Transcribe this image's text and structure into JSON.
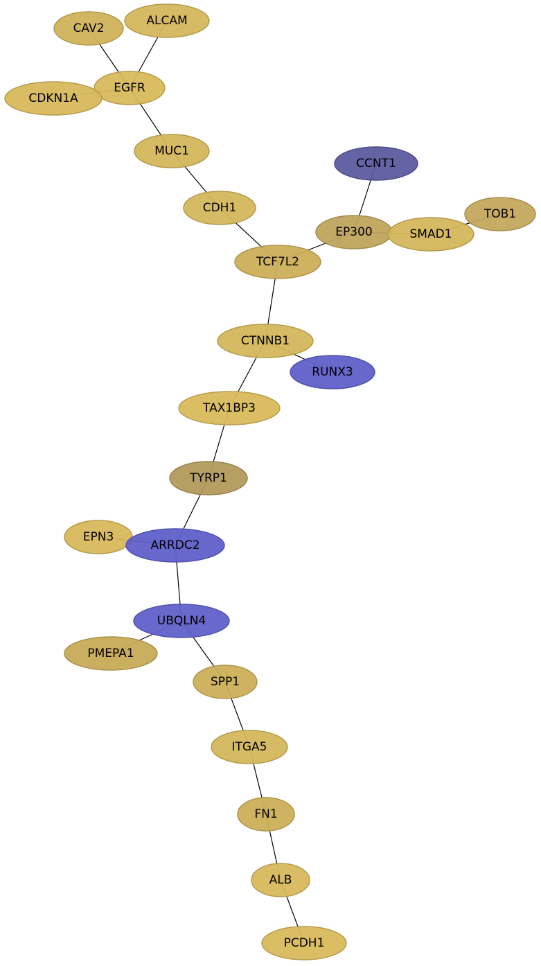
{
  "colors": {
    "gold": "#d4b65a",
    "gold_light": "#d9b95b",
    "gold_dark": "#c8ab59",
    "khaki": "#b39a5c",
    "blue": "#5f5fc9",
    "navy": "#5c5b9f"
  },
  "nodes": [
    {
      "id": "CAV2",
      "label": "CAV2",
      "color": "#d0b25a"
    },
    {
      "id": "ALCAM",
      "label": "ALCAM",
      "color": "#d4b65c"
    },
    {
      "id": "EGFR",
      "label": "EGFR",
      "color": "#d9b95b"
    },
    {
      "id": "CDKN1A",
      "label": "CDKN1A",
      "color": "#d7b85b"
    },
    {
      "id": "MUC1",
      "label": "MUC1",
      "color": "#d4b65c"
    },
    {
      "id": "CDH1",
      "label": "CDH1",
      "color": "#d5b65c"
    },
    {
      "id": "CCNT1",
      "label": "CCNT1",
      "color": "#5c5b9f"
    },
    {
      "id": "TOB1",
      "label": "TOB1",
      "color": "#c4a85d"
    },
    {
      "id": "EP300",
      "label": "EP300",
      "color": "#bfa45c"
    },
    {
      "id": "SMAD1",
      "label": "SMAD1",
      "color": "#d4b65c"
    },
    {
      "id": "TCF7L2",
      "label": "TCF7L2",
      "color": "#ccaf59"
    },
    {
      "id": "CTNNB1",
      "label": "CTNNB1",
      "color": "#d4b65c"
    },
    {
      "id": "RUNX3",
      "label": "RUNX3",
      "color": "#5f5fc9"
    },
    {
      "id": "TAX1BP3",
      "label": "TAX1BP3",
      "color": "#d9b95b"
    },
    {
      "id": "TYRP1",
      "label": "TYRP1",
      "color": "#b39a5c"
    },
    {
      "id": "EPN3",
      "label": "EPN3",
      "color": "#d7b85b"
    },
    {
      "id": "ARRDC2",
      "label": "ARRDC2",
      "color": "#5f5fc9"
    },
    {
      "id": "UBQLN4",
      "label": "UBQLN4",
      "color": "#6160c9"
    },
    {
      "id": "PMEPA1",
      "label": "PMEPA1",
      "color": "#c8ab59"
    },
    {
      "id": "SPP1",
      "label": "SPP1",
      "color": "#ccaf59"
    },
    {
      "id": "ITGA5",
      "label": "ITGA5",
      "color": "#d4b65c"
    },
    {
      "id": "FN1",
      "label": "FN1",
      "color": "#ccaf59"
    },
    {
      "id": "ALB",
      "label": "ALB",
      "color": "#d7b85b"
    },
    {
      "id": "PCDH1",
      "label": "PCDH1",
      "color": "#d9b95b"
    }
  ],
  "edges": [
    [
      "CAV2",
      "EGFR"
    ],
    [
      "ALCAM",
      "EGFR"
    ],
    [
      "CDKN1A",
      "EGFR"
    ],
    [
      "EGFR",
      "MUC1"
    ],
    [
      "MUC1",
      "CDH1"
    ],
    [
      "CDH1",
      "TCF7L2"
    ],
    [
      "CCNT1",
      "EP300"
    ],
    [
      "TOB1",
      "SMAD1"
    ],
    [
      "EP300",
      "SMAD1"
    ],
    [
      "EP300",
      "TCF7L2"
    ],
    [
      "TCF7L2",
      "CTNNB1"
    ],
    [
      "CTNNB1",
      "RUNX3"
    ],
    [
      "CTNNB1",
      "TAX1BP3"
    ],
    [
      "TAX1BP3",
      "TYRP1"
    ],
    [
      "TYRP1",
      "ARRDC2"
    ],
    [
      "EPN3",
      "ARRDC2"
    ],
    [
      "ARRDC2",
      "UBQLN4"
    ],
    [
      "UBQLN4",
      "PMEPA1"
    ],
    [
      "UBQLN4",
      "SPP1"
    ],
    [
      "SPP1",
      "ITGA5"
    ],
    [
      "ITGA5",
      "FN1"
    ],
    [
      "FN1",
      "ALB"
    ],
    [
      "ALB",
      "PCDH1"
    ]
  ]
}
